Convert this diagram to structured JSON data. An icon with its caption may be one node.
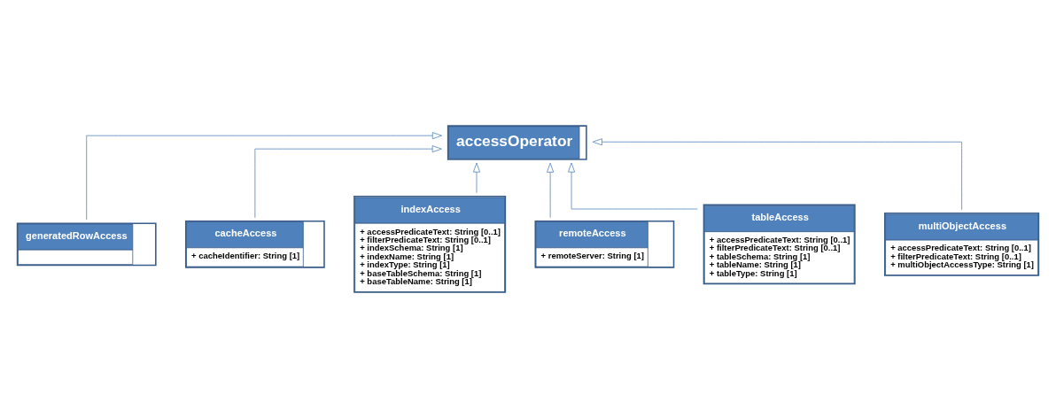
{
  "diagram": {
    "nodes": [
      {
        "text": [
          "generatedRowAccess"
        ]
      },
      {
        "text": [
          "accessOperator"
        ]
      },
      {
        "text": [
          "cacheAccess",
          "+ cacheIdentifier: String [1]"
        ]
      },
      {
        "text": [
          "indexAccess",
          "+ accessPredicateText: String [0..1]",
          "+ filterPredicateText: String [0..1]",
          "+ indexSchema: String [1]",
          "+ indexName: String [1]",
          "+ indexType: String [1]",
          "+ baseTableSchema: String [1]",
          "+ baseTableName: String [1]"
        ]
      },
      {
        "text": [
          "remoteAccess",
          "+ remoteServer: String [1]"
        ]
      },
      {
        "text": [
          "tableAccess",
          "+ accessPredicateText: String [0..1]",
          "+ filterPredicateText: String [0..1]",
          "+ tableSchema: String [1]",
          "+ tableName: String [1]",
          "+ tableType: String [1]"
        ]
      },
      {
        "text": [
          "multiObjectAccess",
          "+ accessPredicateText: String [0..1]",
          "+ filterPredicateText: String [0..1]",
          "+ multiObjectAccessType: String [1]"
        ]
      }
    ],
    "edges": [
      {
        "from": 0,
        "to": 1,
        "arrow": "to"
      },
      {
        "from": 2,
        "to": 1,
        "arrow": "to"
      },
      {
        "from": 3,
        "to": 1,
        "arrow": "to"
      },
      {
        "from": 4,
        "to": 1,
        "arrow": "to"
      },
      {
        "from": 5,
        "to": 1,
        "arrow": "to"
      },
      {
        "from": 6,
        "to": 1,
        "arrow": "to"
      }
    ]
  }
}
